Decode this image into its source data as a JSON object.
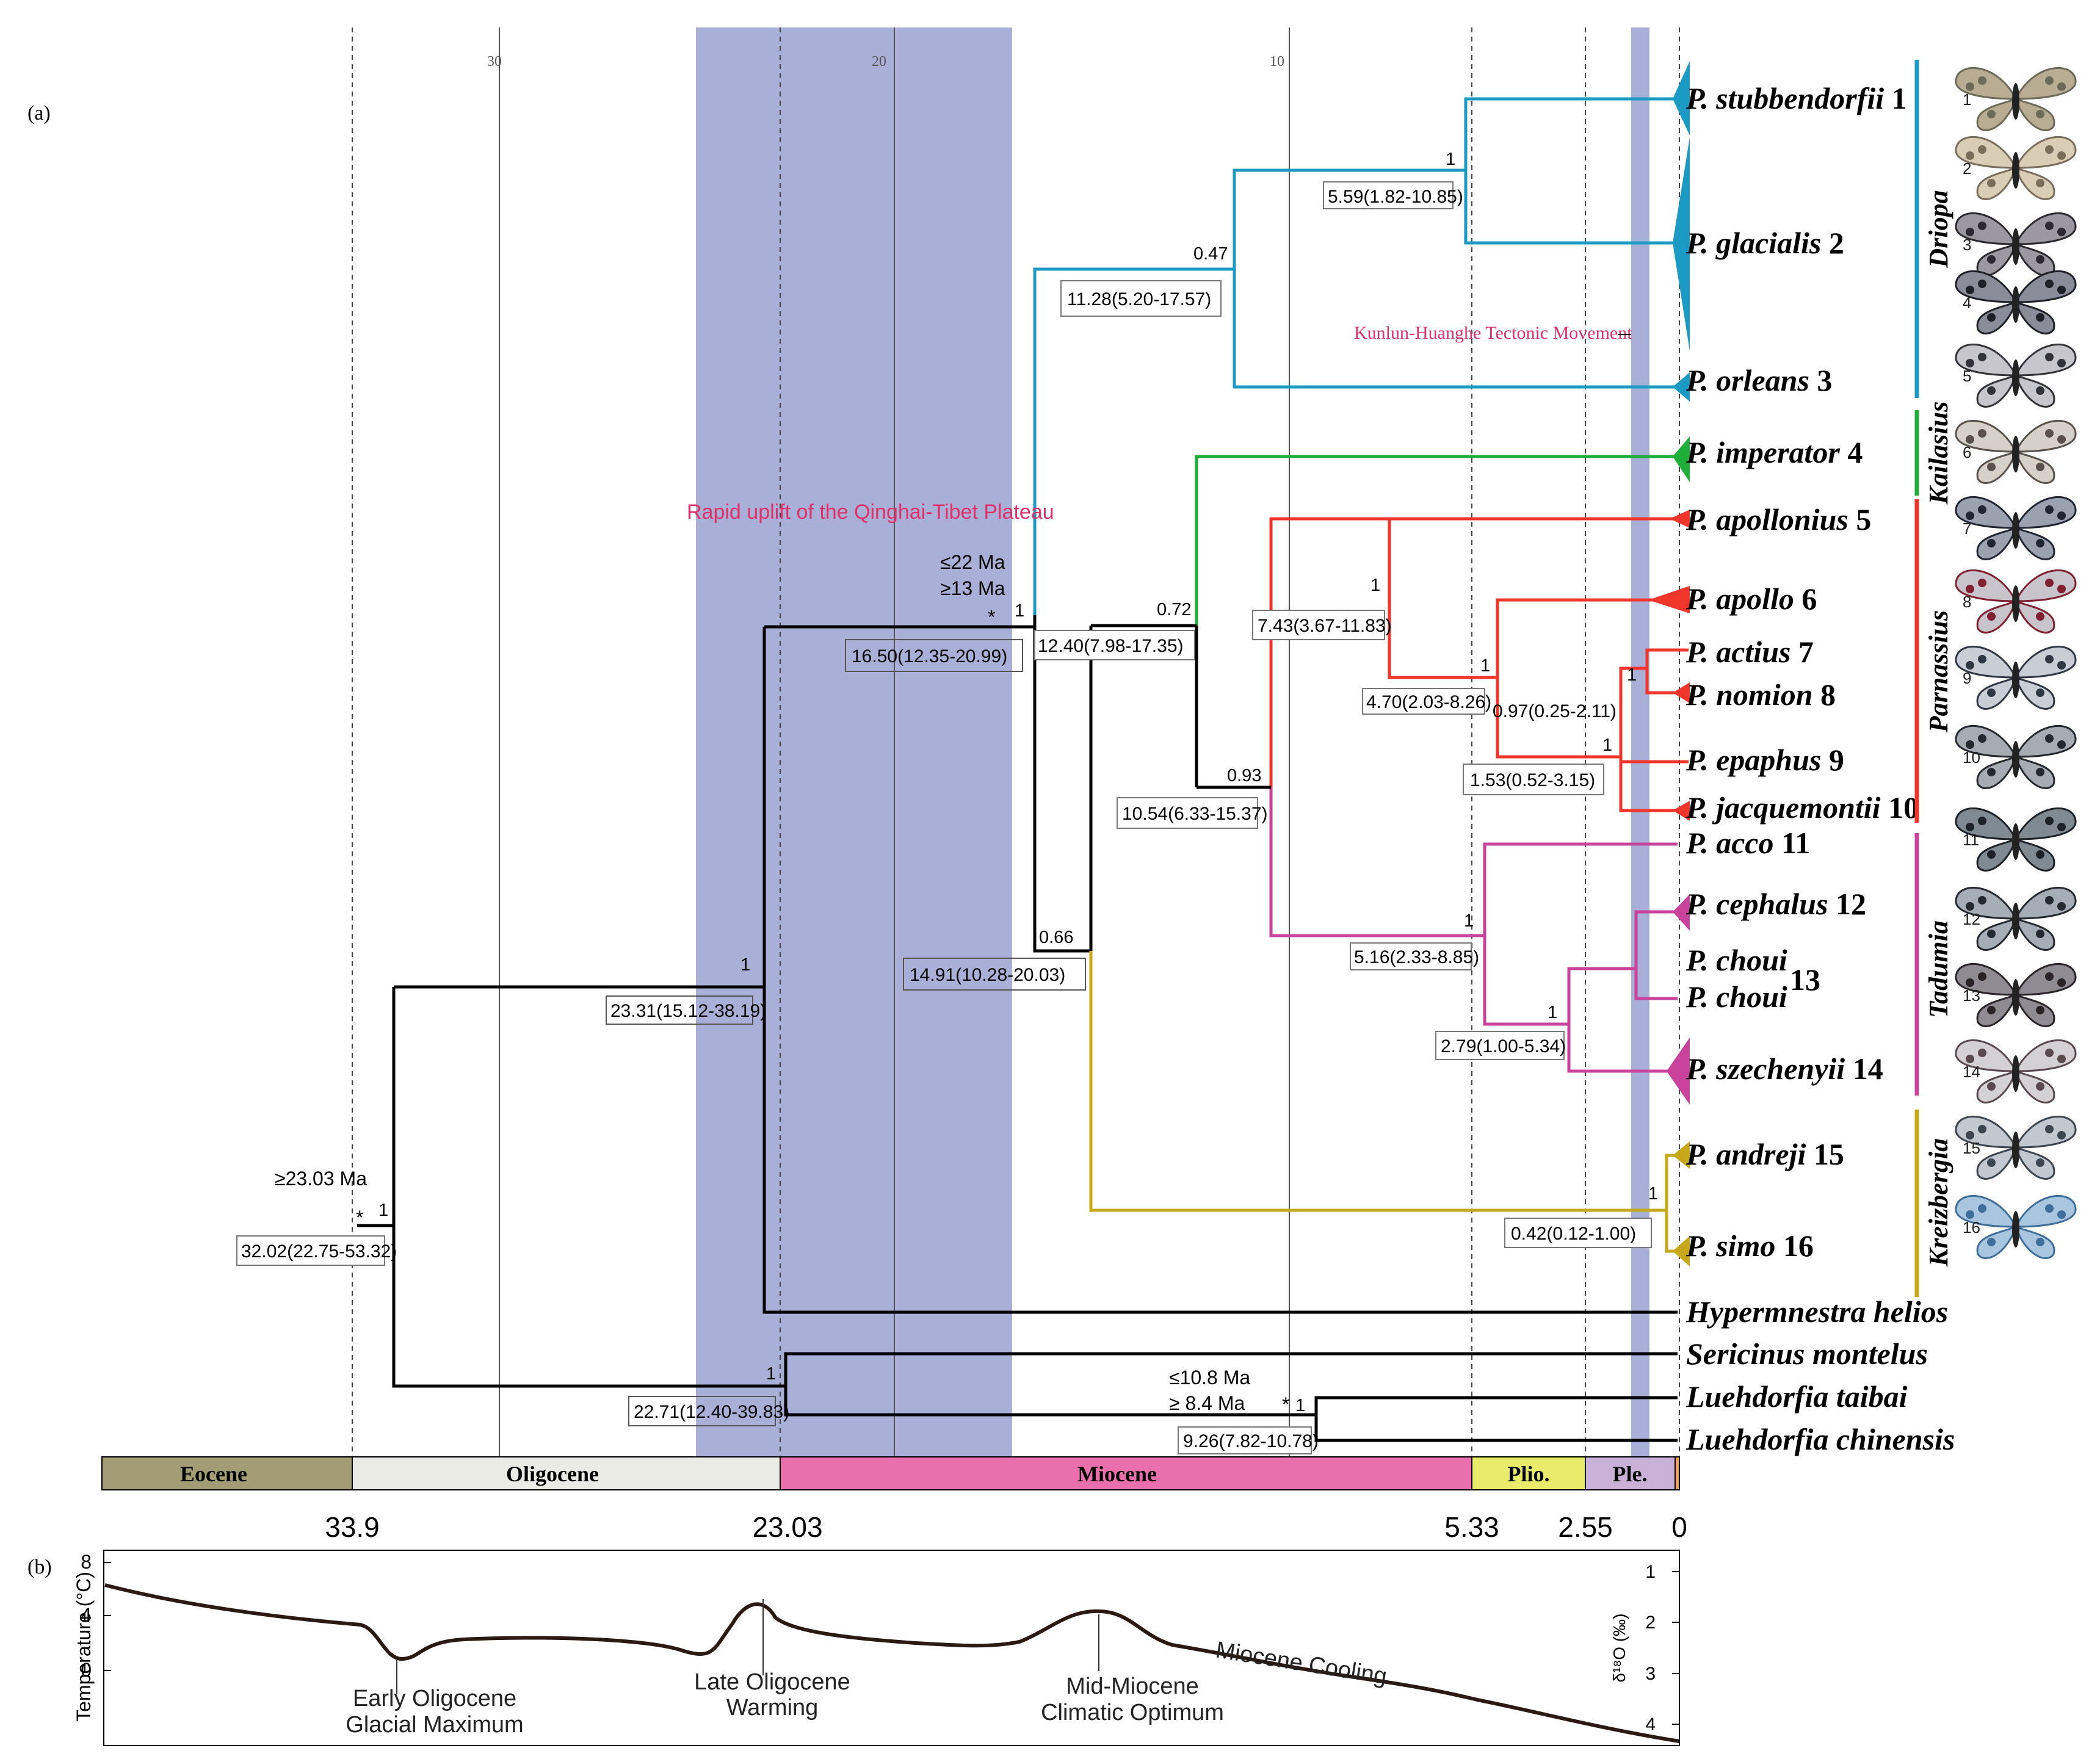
{
  "panel_labels": {
    "a": "(a)",
    "b": "(b)"
  },
  "timescale_ticks": [
    "30",
    "20",
    "10"
  ],
  "tip_groups": [
    {
      "name": "P. stubbendorfii",
      "num": "1"
    },
    {
      "name": "P. glacialis",
      "num": "2"
    },
    {
      "name": "P. orleans",
      "num": "3"
    },
    {
      "name": "P. imperator",
      "num": "4"
    },
    {
      "name": "P. apollonius",
      "num": "5"
    },
    {
      "name": "P. apollo",
      "num": "6"
    },
    {
      "name": "P. actius",
      "num": "7"
    },
    {
      "name": "P. nomion",
      "num": "8"
    },
    {
      "name": "P. epaphus",
      "num": "9"
    },
    {
      "name": "P. jacquemontii",
      "num": "10"
    },
    {
      "name": "P. acco",
      "num": "11"
    },
    {
      "name": "P. cephalus",
      "num": "12"
    },
    {
      "name": "P. choui",
      "num": ""
    },
    {
      "name": "P. choui",
      "num": ""
    },
    {
      "name": "P. szechenyii",
      "num": "14"
    },
    {
      "name": "P. andreji",
      "num": "15"
    },
    {
      "name": "P. simo",
      "num": "16"
    },
    {
      "name": "Hypermnestra helios",
      "num": ""
    },
    {
      "name": "Sericinus montelus",
      "num": ""
    },
    {
      "name": "Luehdorfia taibai",
      "num": ""
    },
    {
      "name": "Luehdorfia chinensis",
      "num": ""
    }
  ],
  "choui_number": "13",
  "node_ages": [
    "5.59(1.82-10.85)",
    "11.28(5.20-17.57)",
    "16.50(12.35-20.99)",
    "12.40(7.98-17.35)",
    "7.43(3.67-11.83)",
    "4.70(2.03-8.26)",
    "0.97(0.25-2.11)",
    "1.53(0.52-3.15)",
    "10.54(6.33-15.37)",
    "14.91(10.28-20.03)",
    "5.16(2.33-8.85)",
    "2.79(1.00-5.34)",
    "23.31(15.12-38.19)",
    "0.42(0.12-1.00)",
    "32.02(22.75-53.32)",
    "22.71(12.40-39.83)",
    "9.26(7.82-10.78)"
  ],
  "supports": [
    "1",
    "0.47",
    "1",
    "0.72",
    "1",
    "1",
    "1",
    "1",
    "0.93",
    "0.66",
    "1",
    "1",
    "1",
    "1",
    "1",
    "1",
    "1"
  ],
  "constraints": {
    "c1a": "≤22 Ma",
    "c1b": "≥13 Ma",
    "c2": "≥23.03 Ma",
    "c3a": "≤10.8 Ma",
    "c3b": "≥  8.4 Ma",
    "star": "*"
  },
  "events": {
    "uplift": "Rapid uplift of the Qinghai-Tibet Plateau",
    "kunlun": "Kunlun-Huanghe Tectonic Movement"
  },
  "genera": [
    {
      "name": "Driopa",
      "color": "#1b9ac4"
    },
    {
      "name": "Kailasius",
      "color": "#1fae3a"
    },
    {
      "name": "Parnassius",
      "color": "#f0352b"
    },
    {
      "name": "Tadumia",
      "color": "#c9439d"
    },
    {
      "name": "Kreizbergia",
      "color": "#c7a81a"
    }
  ],
  "epochs": [
    {
      "name": "Eocene",
      "color": "#a39c74"
    },
    {
      "name": "Oligocene",
      "color": "#ebebe6"
    },
    {
      "name": "Miocene",
      "color": "#e970ad"
    },
    {
      "name": "Plio.",
      "color": "#e8ec6a"
    },
    {
      "name": "Ple.",
      "color": "#cab1d8"
    }
  ],
  "epoch_boundaries": [
    "33.9",
    "23.03",
    "5.33",
    "2.55",
    "0"
  ],
  "climate": {
    "ylabel": "Temperature (°C)",
    "yticks": [
      "8",
      "4",
      "0"
    ],
    "y2label": "δ¹⁸O (‰)",
    "y2ticks": [
      "1",
      "2",
      "3",
      "4"
    ],
    "events": [
      {
        "l1": "Early Oligocene",
        "l2": "Glacial Maximum"
      },
      {
        "l1": "Late Oligocene",
        "l2": "Warming"
      },
      {
        "l1": "Mid-Miocene",
        "l2": "Climatic Optimum"
      }
    ],
    "cooling": "Miocene Cooling"
  },
  "pic_numbers": [
    "1",
    "2",
    "3",
    "4",
    "5",
    "6",
    "7",
    "8",
    "9",
    "10",
    "11",
    "12",
    "13",
    "14",
    "15",
    "16"
  ],
  "colors": {
    "blue_band": "#a9b0d8",
    "driopa": "#1b9ac4",
    "kailasius": "#1fae3a",
    "parnassius": "#f0352b",
    "tadumia": "#c9439d",
    "kreizbergia": "#c7a81a",
    "event_red": "#e0306a"
  }
}
